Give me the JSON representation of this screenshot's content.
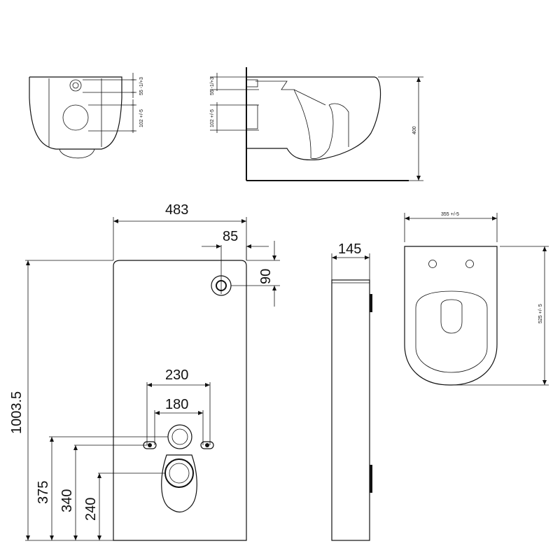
{
  "colors": {
    "line": "#111111",
    "background": "#ffffff"
  },
  "top_left_view": {
    "dim_upper": "55 -1/+3",
    "dim_lower": "102 +/-5"
  },
  "side_view": {
    "dim_upper": "55 -1/+3",
    "dim_lower": "102 +/-5",
    "dim_height": "400"
  },
  "front_panel": {
    "width": "483",
    "flush_offset": "85",
    "flush_height": "90",
    "height": "1003.5",
    "outer_bolt_spacing": "230",
    "inner_bolt_spacing": "180",
    "bolt_height": "375",
    "inlet_height": "340",
    "outlet_height": "240"
  },
  "panel_side": {
    "depth": "145"
  },
  "bowl_top_view": {
    "width": "355 +/-5",
    "length": "525 +/- 5"
  }
}
